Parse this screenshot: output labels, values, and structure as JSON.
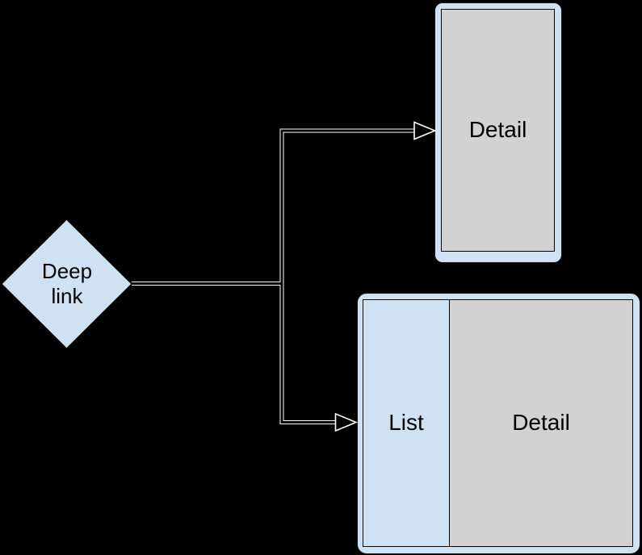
{
  "canvas": {
    "background_color": "#000000"
  },
  "colors": {
    "node_fill": "#cfe2f3",
    "detail_pane_fill": "#d2d2d2",
    "list_pane_fill": "#f2f2f2",
    "connector_casing": "#ffffff",
    "connector_core": "#000000",
    "border": "#000000",
    "text": "#000000"
  },
  "diamond": {
    "label": "Deep link"
  },
  "phone": {
    "label": "Detail"
  },
  "tablet": {
    "list_label": "List",
    "detail_label": "Detail"
  }
}
